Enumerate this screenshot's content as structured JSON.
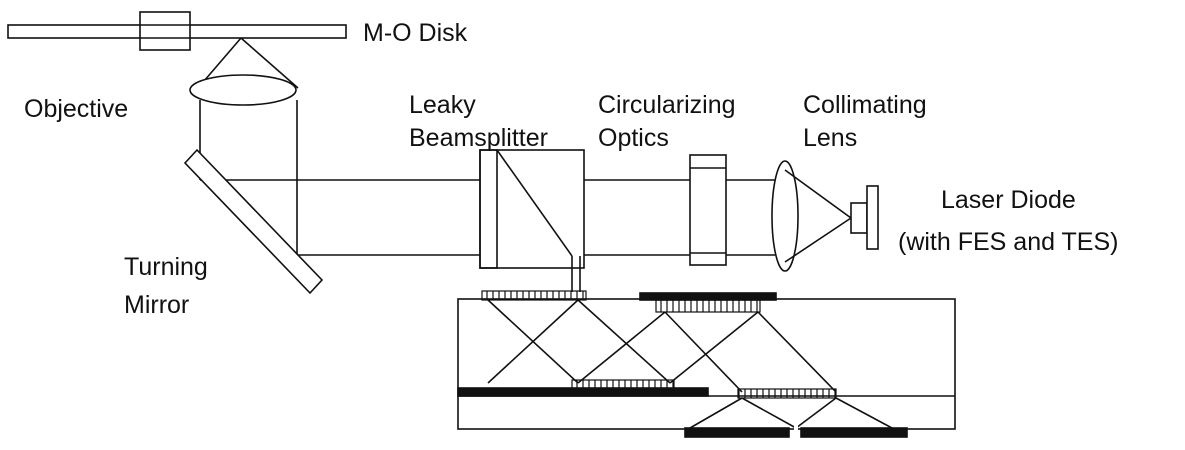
{
  "labels": {
    "disk": "M-O Disk",
    "objective": "Objective",
    "leaky_line1": "Leaky",
    "leaky_line2": "Beamsplitter",
    "circ_line1": "Circularizing",
    "circ_line2": "Optics",
    "coll_line1": "Collimating",
    "coll_line2": "Lens",
    "laser_line1": "Laser Diode",
    "laser_line2": "(with FES and TES)",
    "turning_line1": "Turning",
    "turning_line2": "Mirror"
  },
  "colors": {
    "ink": "#111111",
    "background": "#ffffff"
  }
}
